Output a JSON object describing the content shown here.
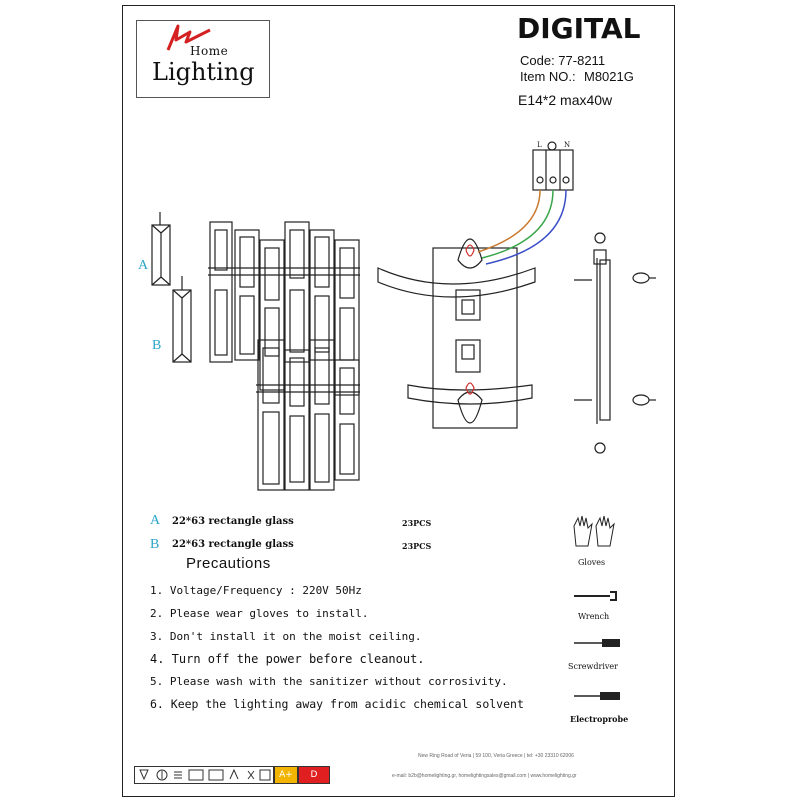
{
  "brand": {
    "home": "Home",
    "lighting": "Lighting"
  },
  "product": {
    "title": "DIGITAL",
    "code": "Code: 77-8211",
    "item_label": "Item NO.:",
    "item_no": "M8021G",
    "lamp": "E14*2 max40w"
  },
  "wiring": {
    "l": "L",
    "n": "N"
  },
  "parts": {
    "label_a": "A",
    "label_b": "B",
    "items": [
      {
        "letter": "A",
        "desc": "22*63 rectangle glass",
        "qty": "23PCS"
      },
      {
        "letter": "B",
        "desc": "22*63 rectangle glass",
        "qty": "23PCS"
      }
    ]
  },
  "precautions": {
    "title": "Precautions",
    "items": [
      "1. Voltage/Frequency : 220V 50Hz",
      "2. Please wear gloves to install.",
      "3. Don't install it on the moist ceiling.",
      "4. Turn off the power before cleanout.",
      "5. Please wash with the sanitizer without corrosivity.",
      "6. Keep the lighting away from acidic chemical solvent"
    ]
  },
  "tools": [
    {
      "name": "Gloves",
      "icon": "gloves-icon"
    },
    {
      "name": "Wrench",
      "icon": "wrench-icon"
    },
    {
      "name": "Screwdriver",
      "icon": "screwdriver-icon"
    },
    {
      "name": "Electroprobe",
      "icon": "electroprobe-icon"
    }
  ],
  "footer": {
    "line1": "New Ring Road of Veria | 59 100, Veria Greece | tel: +30 23310 62006",
    "line2": "e-mail: b2b@homelighting.gr, homelightingsales@gmail.com | www.homelighting.gr"
  },
  "energy": {
    "class": "A+",
    "range_end": "D"
  },
  "colors": {
    "accent": "#2aa6c8",
    "wire_l": "#c87a30",
    "wire_e": "#3aa64a",
    "wire_n": "#3a4ec8",
    "logo": "#d42020"
  }
}
